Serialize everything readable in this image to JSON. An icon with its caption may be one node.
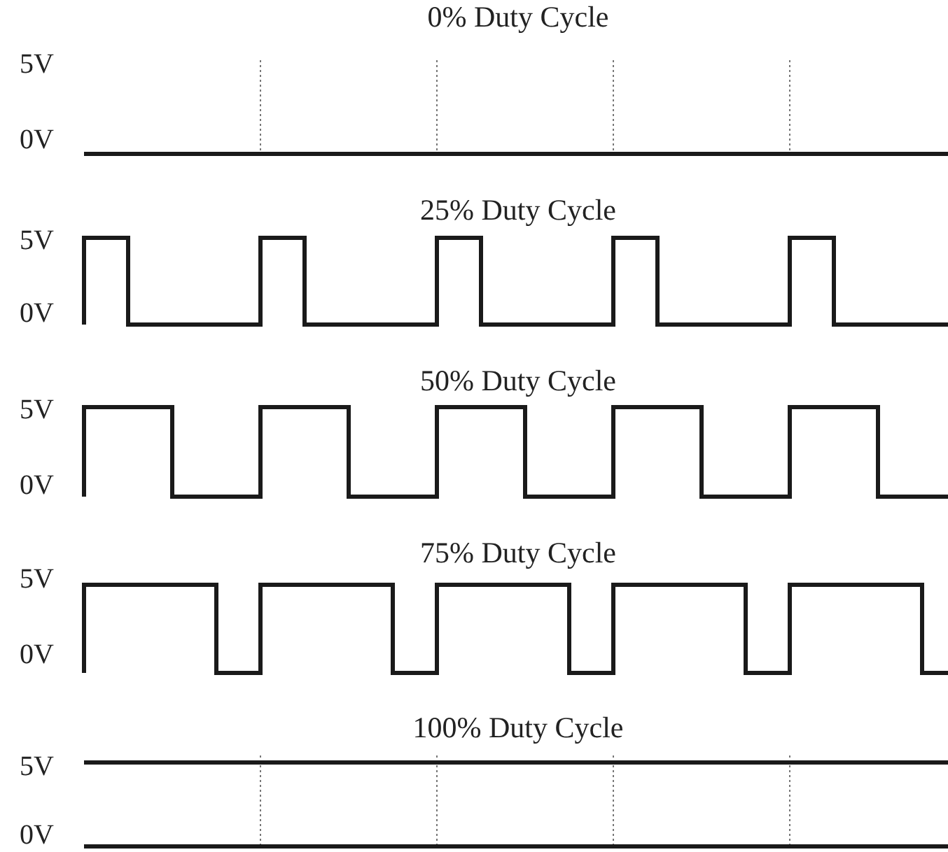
{
  "diagram": {
    "labels": [
      "0% Duty Cycle",
      "5V",
      "0V",
      "25% Duty Cycle",
      "5V",
      "0V",
      "50% Duty Cycle",
      "5V",
      "0V",
      "75% Duty Cycle",
      "5V",
      "0V",
      "100% Duty Cycle",
      "5V",
      "0V"
    ]
  }
}
